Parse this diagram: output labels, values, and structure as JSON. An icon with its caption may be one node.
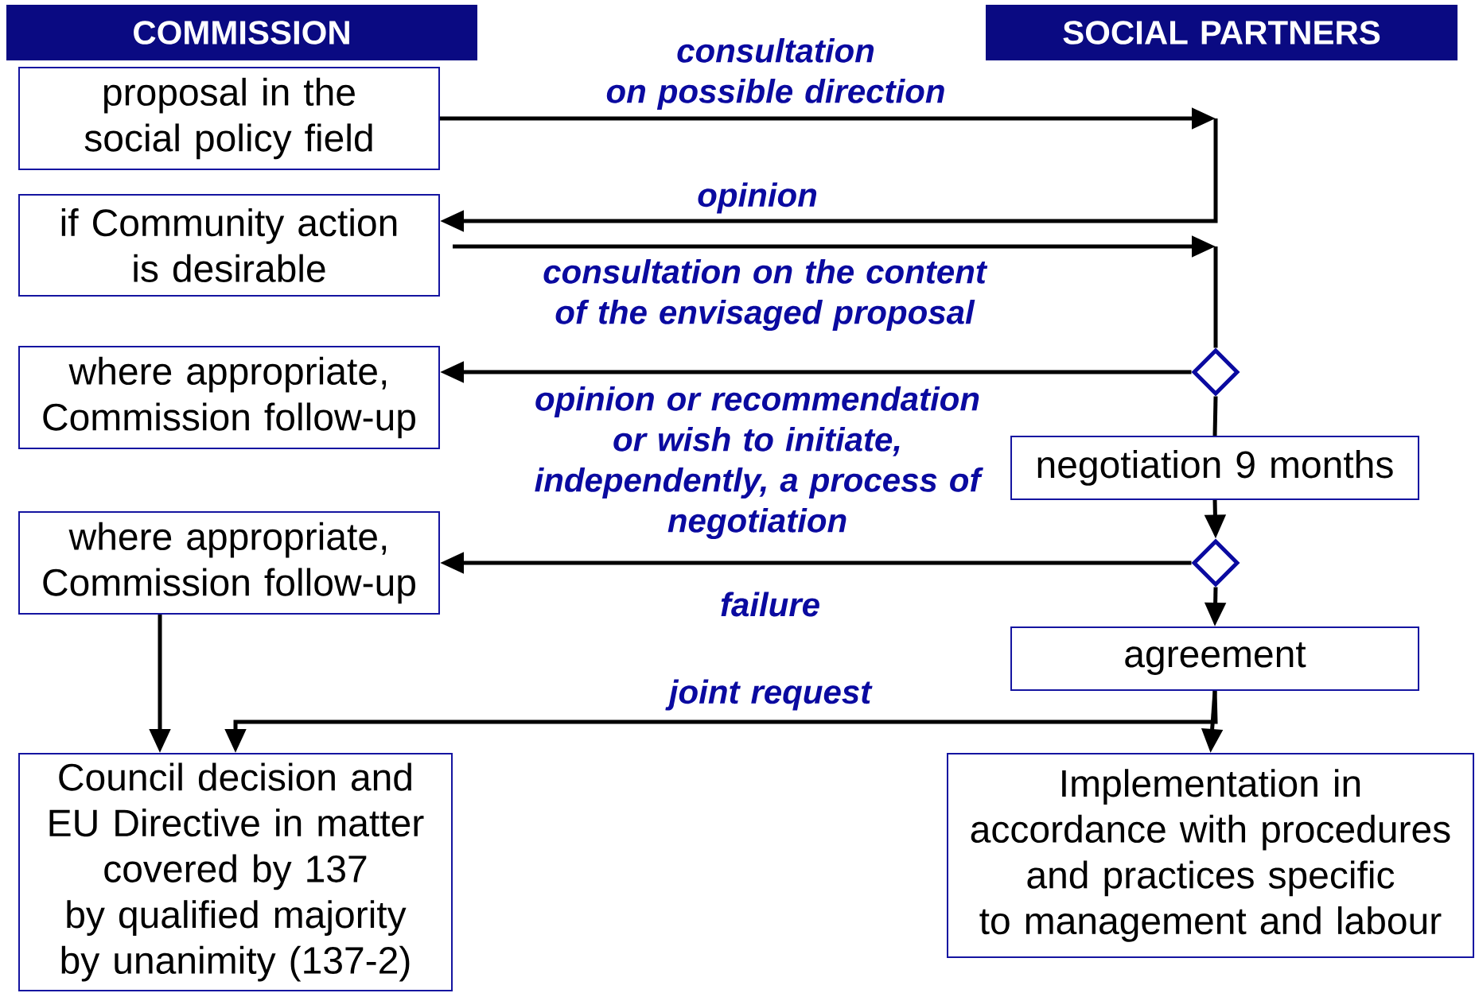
{
  "diagram": {
    "nodes": [
      {
        "text": [
          "COMMISSION"
        ]
      },
      {
        "text": [
          "SOCIAL PARTNERS"
        ]
      },
      {
        "text": [
          "proposal in the social policy field"
        ]
      },
      {
        "text": [
          "if Community action is desirable"
        ]
      },
      {
        "text": [
          "where appropriate, Commission follow-up"
        ]
      },
      {
        "text": [],
        "shape": "diamond"
      },
      {
        "text": [
          "negotiation 9 months"
        ]
      },
      {
        "text": [
          "where appropriate, Commission follow-up"
        ]
      },
      {
        "text": [],
        "shape": "diamond"
      },
      {
        "text": [
          "agreement"
        ]
      },
      {
        "text": [
          "Council decision and EU Directive in matter covered by 137 by qualified majority by unanimity (137-2)"
        ]
      },
      {
        "text": [
          "Implementation in accordance with procedures and practices specific to management and labour"
        ]
      }
    ],
    "edges": [
      {
        "from": 2,
        "to": null,
        "arrow": "to",
        "label": "consultation on possible direction"
      },
      {
        "from": null,
        "to": 3,
        "arrow": "to",
        "label": "opinion"
      },
      {
        "from": 3,
        "to": null,
        "arrow": "to",
        "label": "consultation on the content of the envisaged proposal"
      },
      {
        "from": null,
        "to": 5,
        "arrow": "none"
      },
      {
        "from": 5,
        "to": 4,
        "arrow": "to",
        "label": "opinion or recommendation or wish to initiate, independently, a process of negotiation"
      },
      {
        "from": 5,
        "to": 6,
        "arrow": "none"
      },
      {
        "from": 6,
        "to": 8,
        "arrow": "to"
      },
      {
        "from": 8,
        "to": 7,
        "arrow": "to",
        "label": "failure"
      },
      {
        "from": 8,
        "to": 9,
        "arrow": "to"
      },
      {
        "from": 7,
        "to": 10,
        "arrow": "to"
      },
      {
        "from": 9,
        "to": 10,
        "arrow": "to",
        "label": "joint request"
      },
      {
        "from": 9,
        "to": 11,
        "arrow": "to"
      }
    ]
  }
}
